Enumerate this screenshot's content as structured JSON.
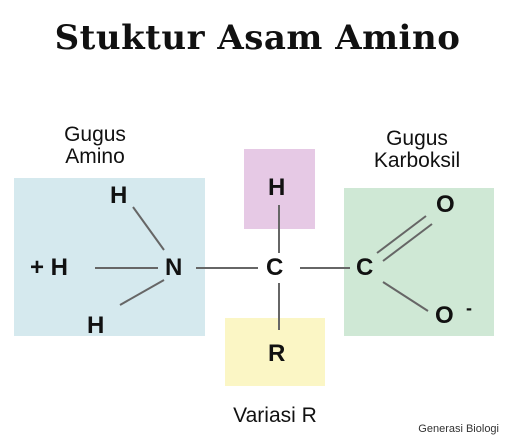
{
  "title": "Stuktur Asam Amino",
  "labels": {
    "amino_group_line1": "Gugus",
    "amino_group_line2": "Amino",
    "carboxyl_group_line1": "Gugus",
    "carboxyl_group_line2": "Karboksil",
    "r_variation": "Variasi R"
  },
  "atoms": {
    "h_plus": "+ H",
    "h_top_left": "H",
    "h_bottom_left": "H",
    "n": "N",
    "c_alpha": "C",
    "h_alpha": "H",
    "r_group": "R",
    "c_carboxyl": "C",
    "o_double": "O",
    "o_minus": "O",
    "o_charge": "-"
  },
  "colors": {
    "amino_box": "#d5e9ee",
    "carboxyl_box": "#cfe8d5",
    "h_box": "#e6c9e5",
    "r_box": "#fbf6c5"
  },
  "watermark": "Generasi Biologi"
}
